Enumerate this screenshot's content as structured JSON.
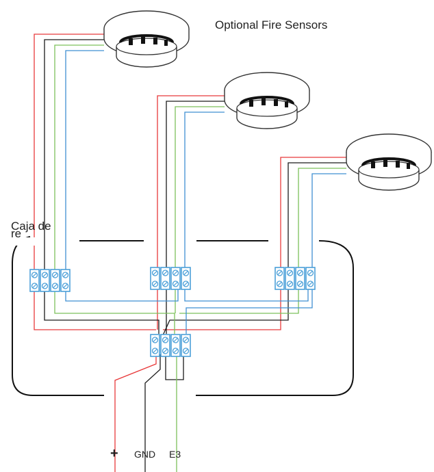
{
  "title": "Optional Fire Sensors",
  "box_label_line1": "Caja de",
  "box_label_line2": "re",
  "terminals": {
    "plus": "+",
    "gnd": "GND",
    "e3": "E3"
  },
  "wire_colors": {
    "red": "#e8393a",
    "black": "#1a1a1a",
    "green": "#7cc05a",
    "blue": "#3f8fd2"
  },
  "terminal_block_color": "#4a9fd8"
}
